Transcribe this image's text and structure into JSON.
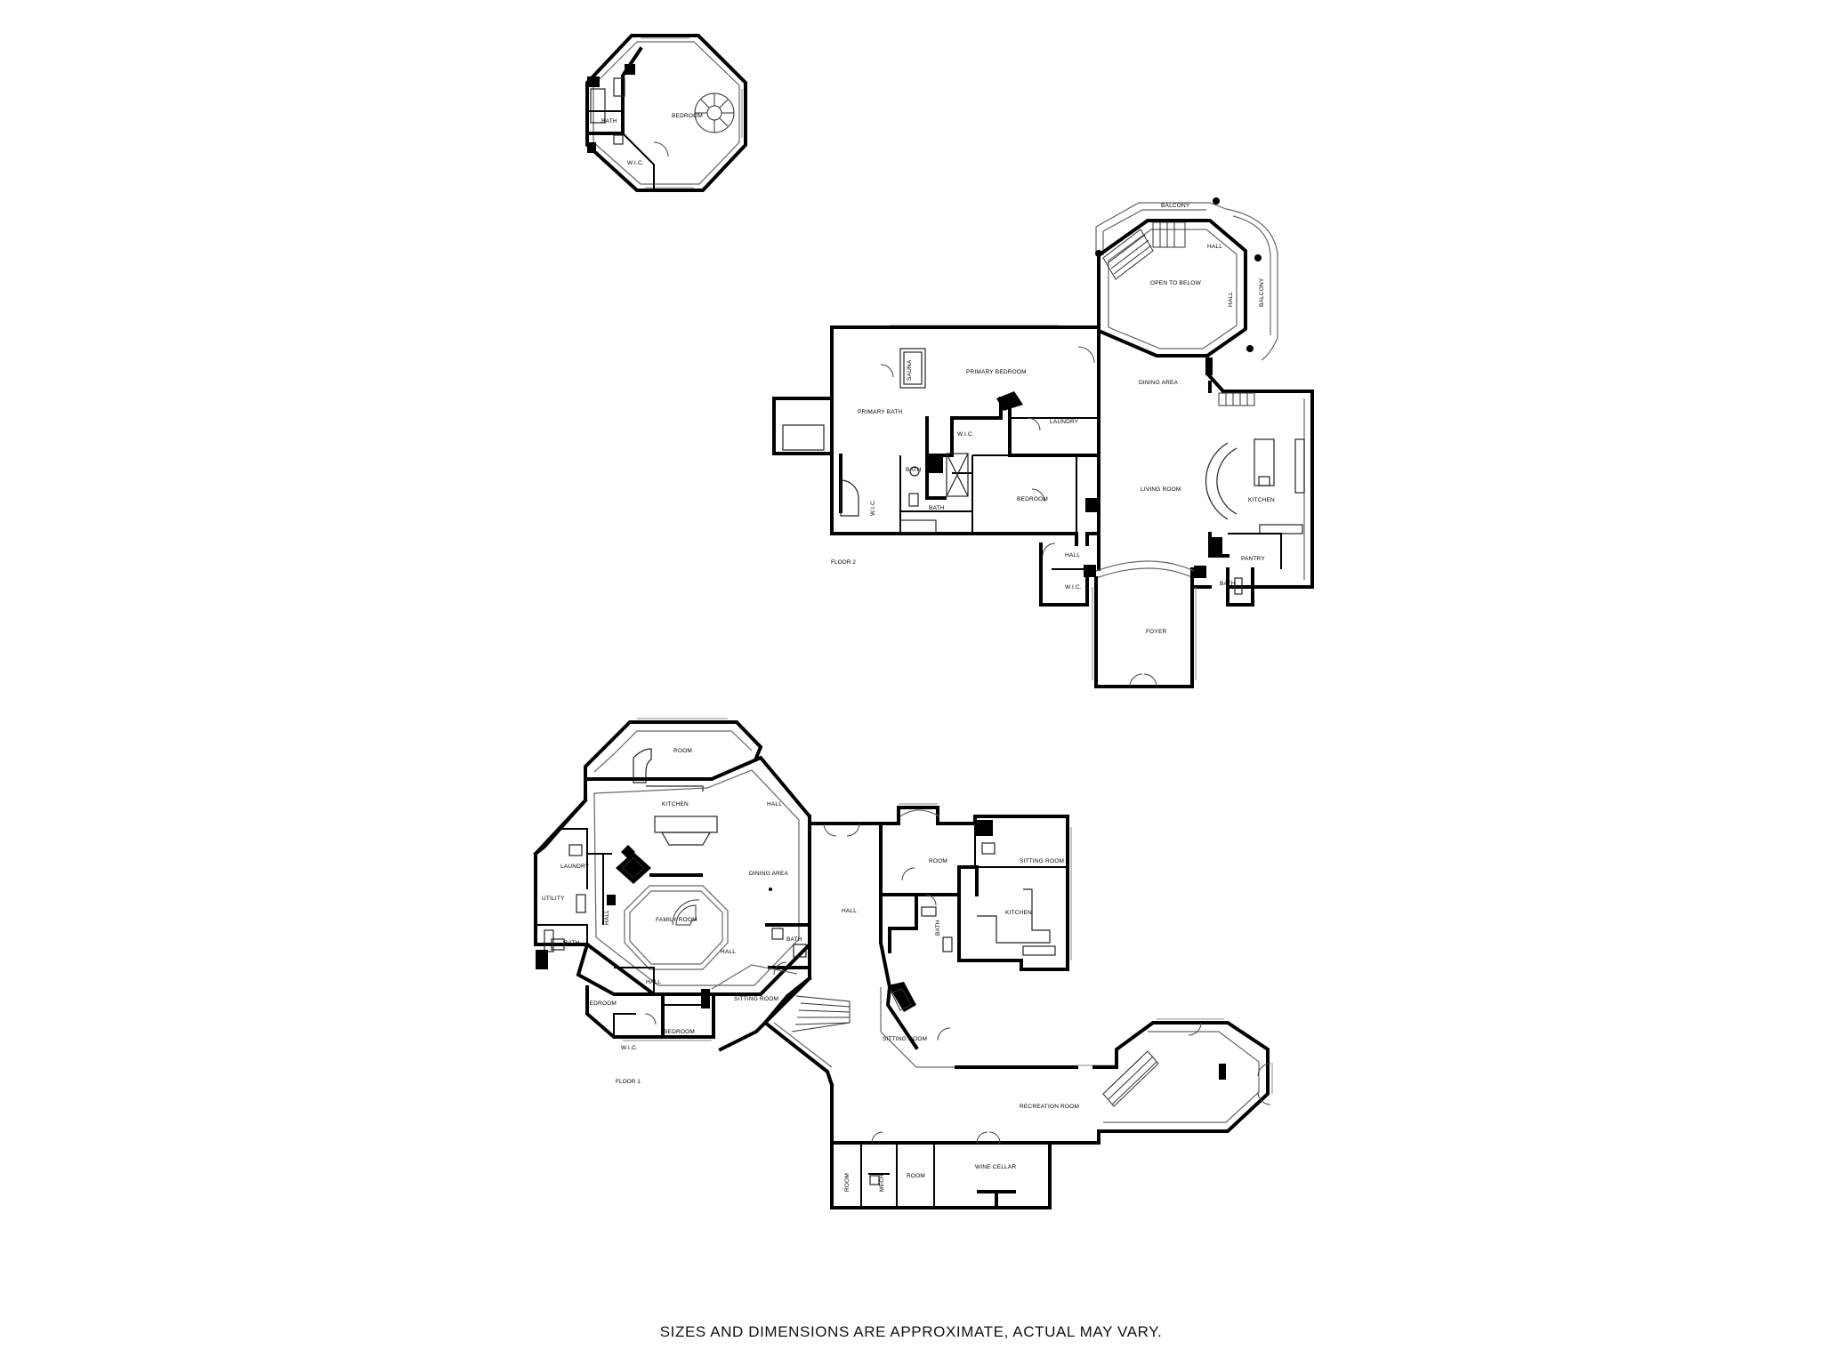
{
  "floors": {
    "upper": {
      "rooms": {
        "bedroom": "BEDROOM",
        "bath": "BATH",
        "wic": "W.I.C."
      }
    },
    "floor2": {
      "label": "FLOOR 2",
      "rooms": {
        "balcony_top": "BALCONY",
        "balcony_side": "BALCONY",
        "hall_top": "HALL",
        "hall_side": "HALL",
        "open_to_below": "OPEN TO BELOW",
        "primary_bedroom": "PRIMARY BEDROOM",
        "sauna": "SAUNA",
        "dining_area": "DINING AREA",
        "primary_bath": "PRIMARY BATH",
        "laundry": "LAUNDRY",
        "wic_1": "W.I.C.",
        "bath_1": "BATH",
        "wic_2": "W.I.C.",
        "bath_2": "BATH",
        "bedroom": "BEDROOM",
        "living_room": "LIVING ROOM",
        "kitchen": "KITCHEN",
        "pantry": "PANTRY",
        "hall_lower": "HALL",
        "wic_3": "W.I.C.",
        "bath_3": "BATH",
        "foyer": "FOYER"
      }
    },
    "floor1": {
      "label": "FLOOR 1",
      "rooms": {
        "room_top": "ROOM",
        "kitchen_1": "KITCHEN",
        "hall_1": "HALL",
        "laundry": "LAUNDRY",
        "utility": "UTILITY",
        "hall_2": "HALL",
        "dining_area": "DINING AREA",
        "family_room": "FAMILY ROOM",
        "bath_1": "BATH",
        "hall_3": "HALL",
        "bath_2": "BATH",
        "hall_4": "HALL",
        "bedroom_1": "BEDROOM",
        "sitting_room_1": "SITTING ROOM",
        "bedroom_2": "BEDROOM",
        "wic": "W.I.C.",
        "hall_main": "HALL",
        "room_mid": "ROOM",
        "sitting_room_2": "SITTING ROOM",
        "bath_3": "BATH",
        "kitchen_2": "KITCHEN",
        "sitting_room_3": "SITTING ROOM",
        "recreation_room": "RECREATION ROOM",
        "room_a": "ROOM",
        "mech": "MECH",
        "room_b": "ROOM",
        "wine_cellar": "WINE CELLAR"
      }
    }
  },
  "disclaimer": "SIZES AND DIMENSIONS ARE APPROXIMATE, ACTUAL MAY VARY."
}
